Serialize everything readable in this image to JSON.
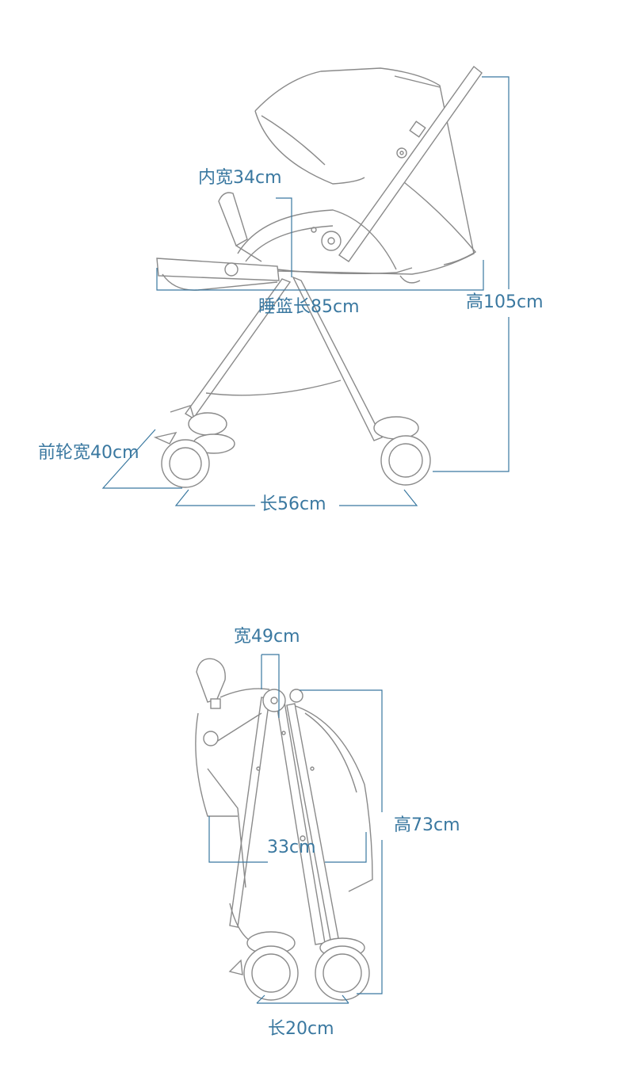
{
  "unfolded": {
    "inner_width_label": "内宽34cm",
    "bassinet_length_label": "睡篮长85cm",
    "height_label": "高105cm",
    "front_wheel_width_label": "前轮宽40cm",
    "length_label": "长56cm"
  },
  "folded": {
    "width_label": "宽49cm",
    "depth_label": "33cm",
    "height_label": "高73cm",
    "length_label": "长20cm"
  },
  "colors": {
    "dimension_blue": "#3a78a0",
    "line_art_gray": "#8a8a8a"
  }
}
